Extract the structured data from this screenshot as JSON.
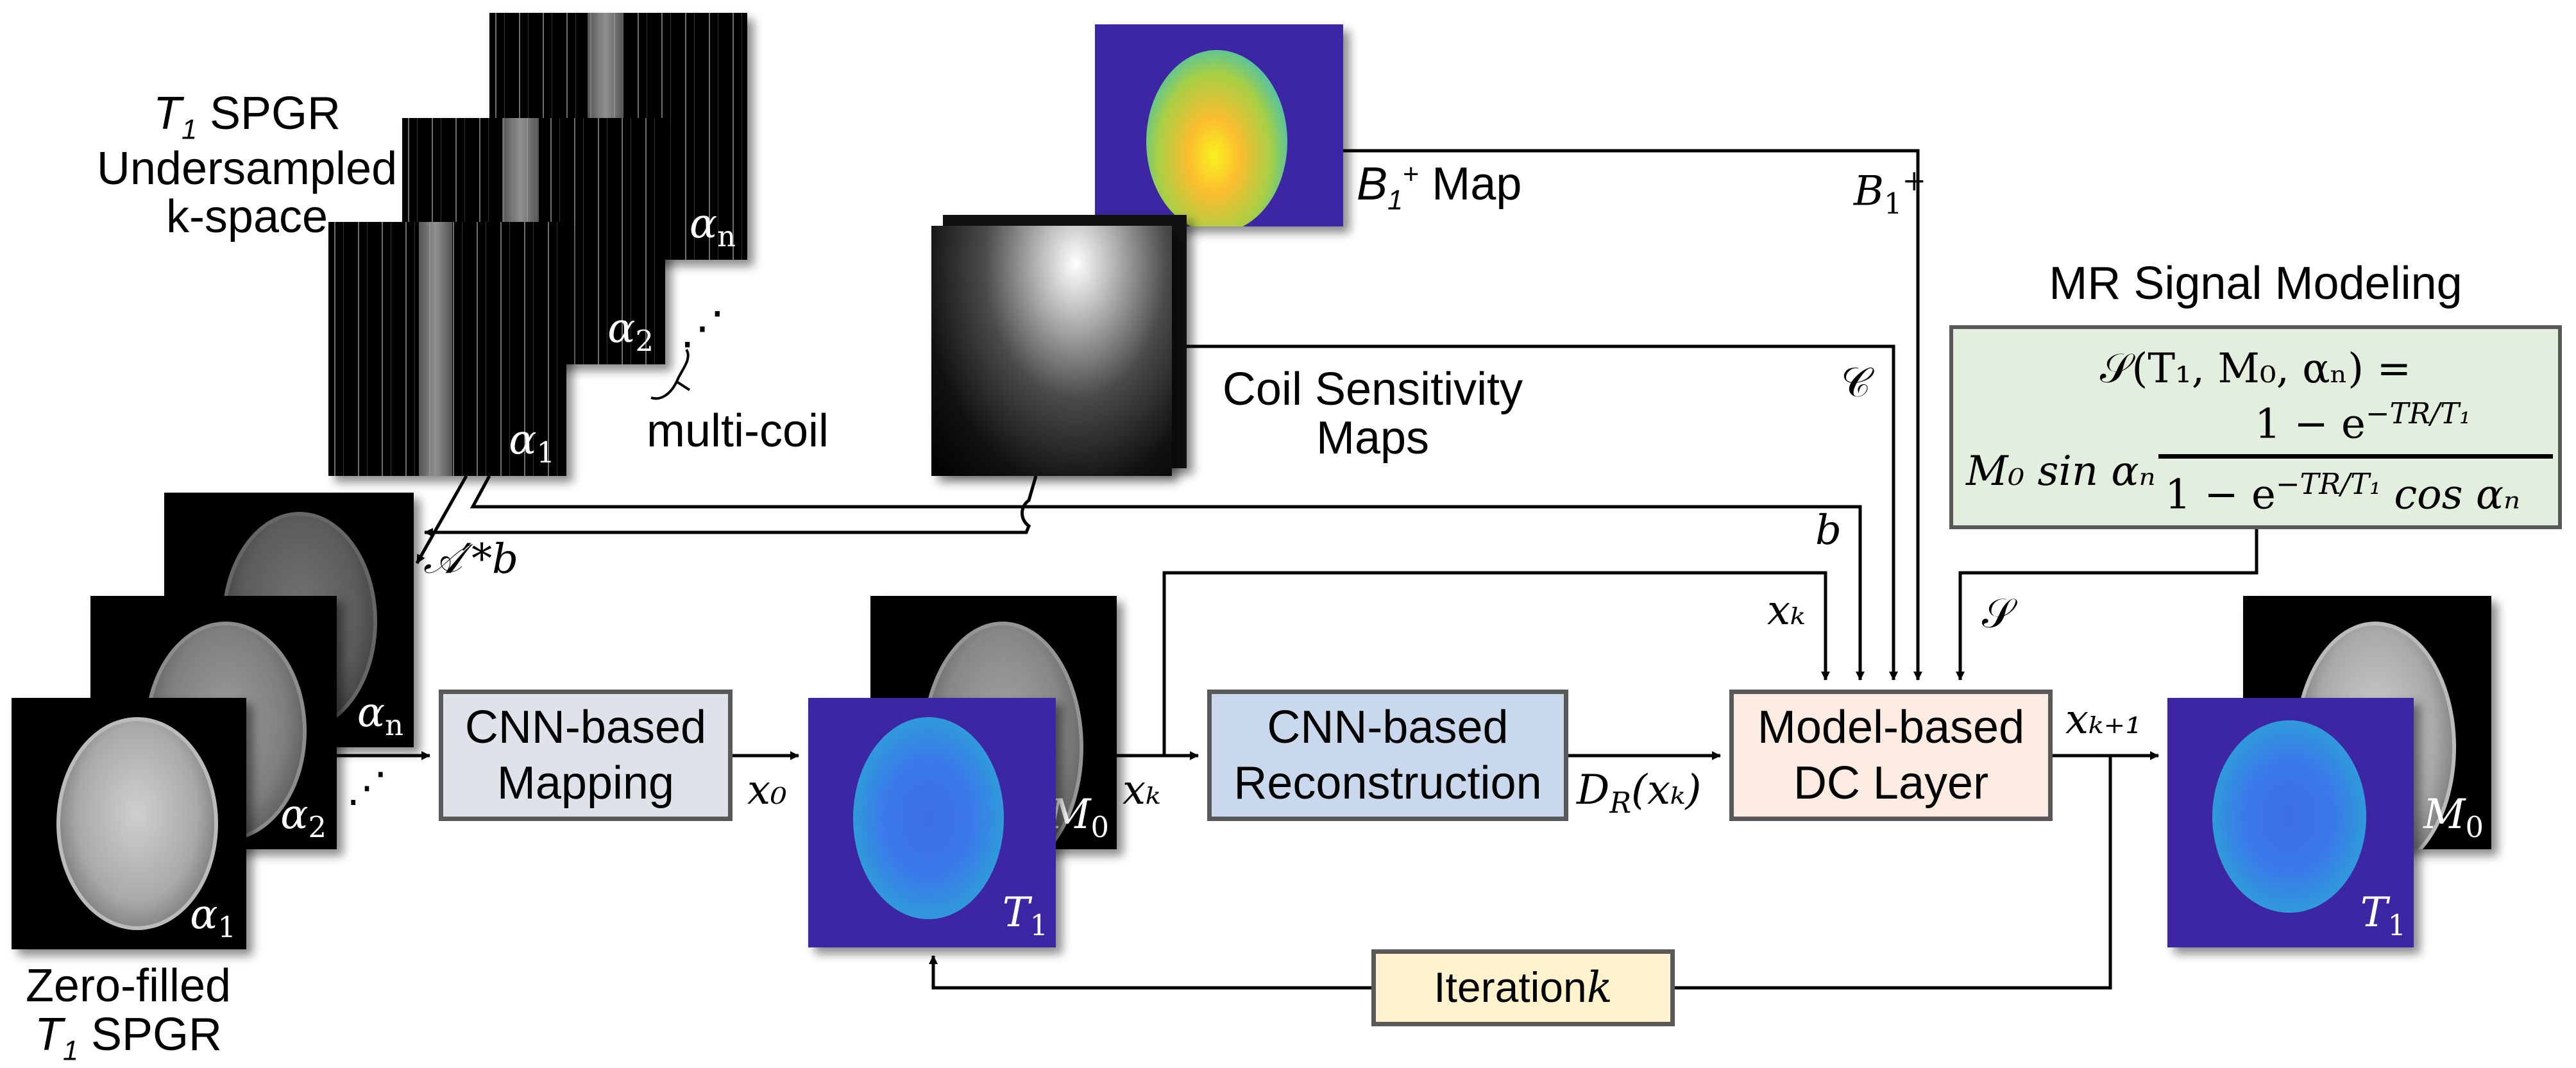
{
  "inputs": {
    "kspace_title_line1_sym": "T",
    "kspace_title_line1_sub": "1",
    "kspace_title_line1_rest": " SPGR",
    "kspace_title_line2": "Undersampled",
    "kspace_title_line3": "k-space",
    "kspace_frames": [
      {
        "sym": "α",
        "sub": "n"
      },
      {
        "sym": "α",
        "sub": "2"
      },
      {
        "sym": "α",
        "sub": "1"
      }
    ],
    "multicoil_label": "multi-coil",
    "ellipsis": "⋰"
  },
  "b1_map": {
    "label_sym": "B",
    "label_sub": "1",
    "label_sup": "+",
    "label_rest": " Map",
    "wire_label_sym": "B",
    "wire_label_sub": "1",
    "wire_label_sup": "+"
  },
  "coil_maps": {
    "label_line1": "Coil Sensitivity",
    "label_line2": "Maps",
    "wire_label": "𝒞"
  },
  "signal_model": {
    "title": "MR Signal Modeling",
    "line1": "𝒮(T₁, M₀, αₙ) =",
    "numerator": "1 − e",
    "numerator_exp": "−TR/T₁",
    "prefix": "M₀ sin αₙ",
    "denominator": "1 − e",
    "denominator_exp": "−TR/T₁",
    "denominator_rest": " cos αₙ",
    "wire_label": "𝒮"
  },
  "zero_filled": {
    "frames": [
      {
        "sym": "α",
        "sub": "n"
      },
      {
        "sym": "α",
        "sub": "2"
      },
      {
        "sym": "α",
        "sub": "1"
      }
    ],
    "label_line1": "Zero-filled",
    "label_line2_sym": "T",
    "label_line2_sub": "1",
    "label_line2_rest": " SPGR",
    "ellipsis": "⋰",
    "adjoint_label": "𝒜′*b"
  },
  "blocks": {
    "mapping": {
      "line1": "CNN-based",
      "line2": "Mapping",
      "fill": "#dee3ea"
    },
    "reconstruction": {
      "line1": "CNN-based",
      "line2": "Reconstruction",
      "fill": "#c9d8ec"
    },
    "dc_layer": {
      "line1": "Model-based",
      "line2": "DC Layer",
      "fill": "#fbebe0"
    },
    "iteration": {
      "label": "Iteration ",
      "label_k": "k",
      "fill": "#fff2cc"
    }
  },
  "wire_labels": {
    "x0": "x₀",
    "xk_mid": "xₖ",
    "xk_top": "xₖ",
    "dr": "D_R(xₖ)",
    "dr_main": "D",
    "dr_sub": "R",
    "dr_arg": "(xₖ)",
    "b": "b",
    "xk1": "xₖ₊₁"
  },
  "maps": {
    "t1_label": "T",
    "t1_sub": "1",
    "m0_label": "M",
    "m0_sub": "0"
  },
  "colors": {
    "map_background": "#3c26a3",
    "box_border": "#595959",
    "signal_box_fill": "#e2efdf"
  }
}
